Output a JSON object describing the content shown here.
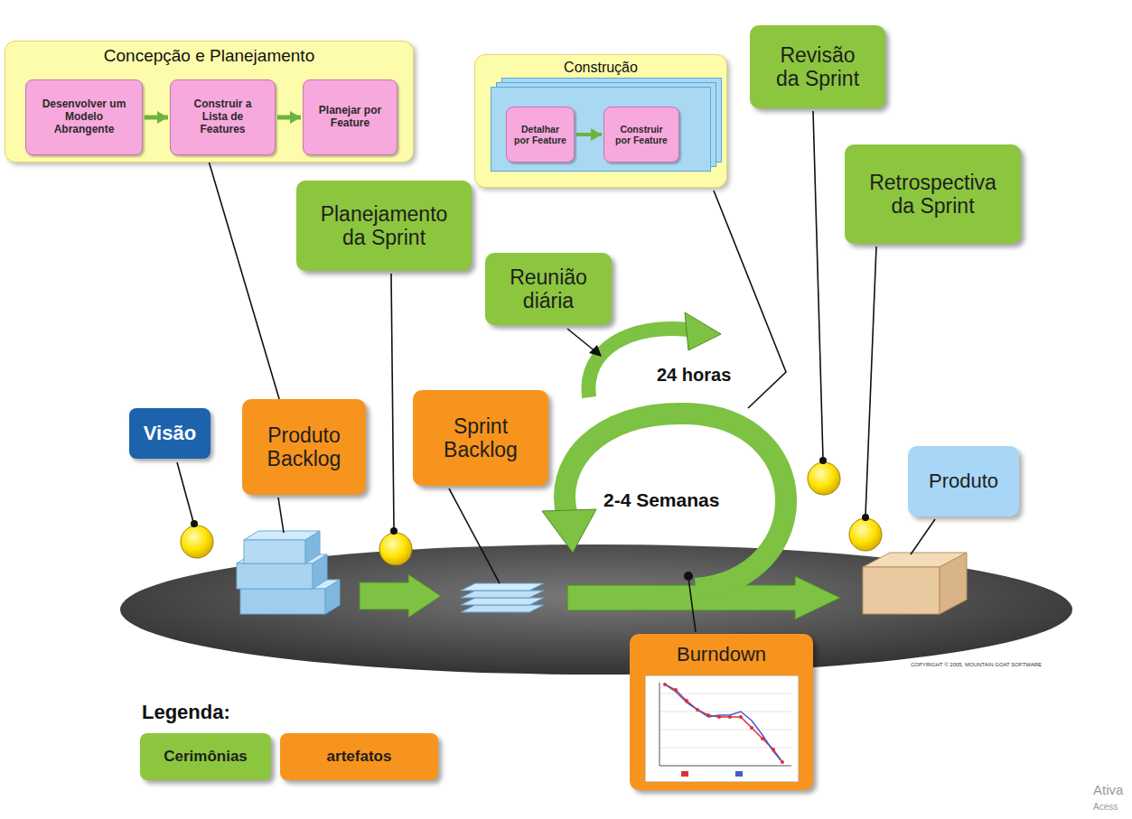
{
  "diagram": {
    "nodes": [
      {
        "text": [
          "Concepção e Planejamento"
        ]
      },
      {
        "text": [
          "Desenvolver um Modelo Abrangente"
        ],
        "in": 0
      },
      {
        "text": [
          "Construir a Lista de Features"
        ],
        "in": 0
      },
      {
        "text": [
          "Planejar por Feature"
        ],
        "in": 0
      },
      {
        "text": [
          "Construção"
        ]
      },
      {
        "text": [
          "Detalhar por Feature"
        ],
        "in": 4
      },
      {
        "text": [
          "Construir por Feature"
        ],
        "in": 4
      },
      {
        "text": [
          "Revisão da Sprint"
        ]
      },
      {
        "text": [
          "Planejamento da Sprint"
        ]
      },
      {
        "text": [
          "Retrospectiva da Sprint"
        ]
      },
      {
        "text": [
          "Reunião diária"
        ]
      },
      {
        "text": [
          "Visão"
        ]
      },
      {
        "text": [
          "Produto Backlog"
        ]
      },
      {
        "text": [
          "Sprint Backlog"
        ]
      },
      {
        "text": [
          "Produto"
        ]
      },
      {
        "text": [
          "Burndown"
        ]
      }
    ],
    "edges": [
      {
        "from": 1,
        "to": 2,
        "arrow": "to"
      },
      {
        "from": 2,
        "to": 3,
        "arrow": "to"
      },
      {
        "from": 5,
        "to": 6,
        "arrow": "to"
      },
      {
        "from": 0,
        "to": 12,
        "arrow": "none"
      }
    ],
    "labels": [
      "24 horas",
      "2-4 Semanas",
      "Legenda:",
      "COPYRIGHT © 2005, MOUNTAIN GOAT SOFTWARE",
      "Ativa",
      "Acess"
    ],
    "legend": [
      {
        "text": "Cerimônias",
        "color": "#8cc63f"
      },
      {
        "text": "artefatos",
        "color": "#f7941d"
      }
    ]
  }
}
